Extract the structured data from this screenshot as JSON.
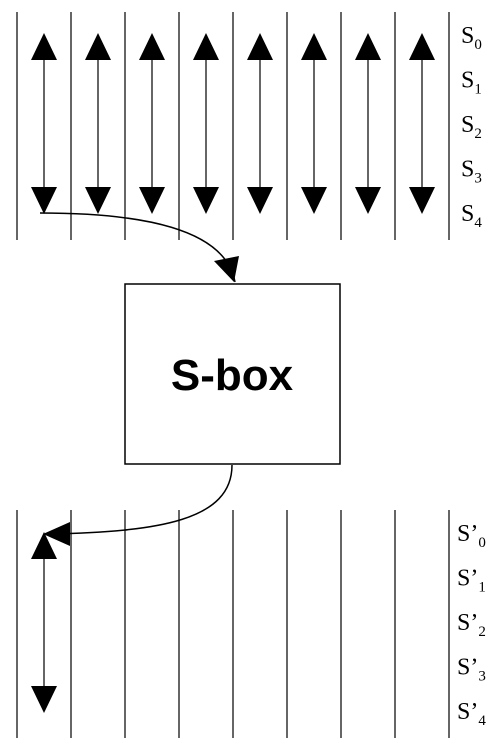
{
  "sbox": {
    "label": "S-box"
  },
  "top_group": {
    "labels": [
      {
        "base": "S",
        "sub": "0"
      },
      {
        "base": "S",
        "sub": "1"
      },
      {
        "base": "S",
        "sub": "2"
      },
      {
        "base": "S",
        "sub": "3"
      },
      {
        "base": "S",
        "sub": "4"
      }
    ]
  },
  "bottom_group": {
    "labels": [
      {
        "base": "S’",
        "sub": "0"
      },
      {
        "base": "S’",
        "sub": "1"
      },
      {
        "base": "S’",
        "sub": "2"
      },
      {
        "base": "S’",
        "sub": "3"
      },
      {
        "base": "S’",
        "sub": "4"
      }
    ]
  },
  "colors": {
    "stroke": "#000000",
    "background": "#ffffff"
  }
}
